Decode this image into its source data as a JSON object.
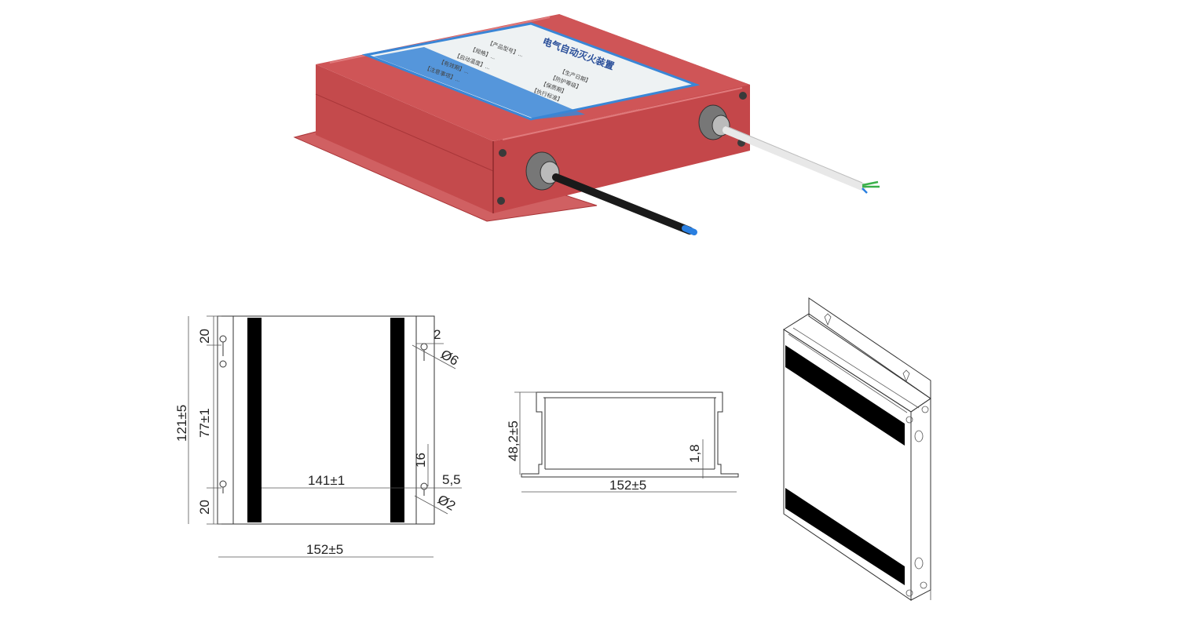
{
  "product": {
    "label_title": "电气自动灭火装置",
    "label_lines_left": [
      "【产品型号】...",
      "【规格】...",
      "【启动温度】...",
      "【有效期】...",
      "【注意事项】..."
    ],
    "label_lines_right": [
      "【生产日期】",
      "【防护等级】",
      "【保质期】",
      "【执行标准】"
    ],
    "colors": {
      "body": "#c8484a",
      "body_dark": "#a93437",
      "label_bg": "#eef2f3",
      "label_stripe": "#3a86d6",
      "cable_black": "#1a1a1a",
      "cable_white": "#f2f2f2",
      "wire_blue": "#2a7fe0",
      "wire_green": "#3bb04a"
    }
  },
  "front_view": {
    "overall_height": "121±5",
    "inner_height": "77±1",
    "top_margin": "20",
    "bottom_margin": "20",
    "slot_width": "2",
    "hole_dia_large": "Ø6",
    "inner_width": "141±1",
    "flange_dim": "16",
    "flange_offset": "5,5",
    "hole_dia_small": "Ø2",
    "overall_width": "152±5"
  },
  "side_view": {
    "height": "48,2±5",
    "wall_thickness": "1,8",
    "width": "152±5"
  }
}
